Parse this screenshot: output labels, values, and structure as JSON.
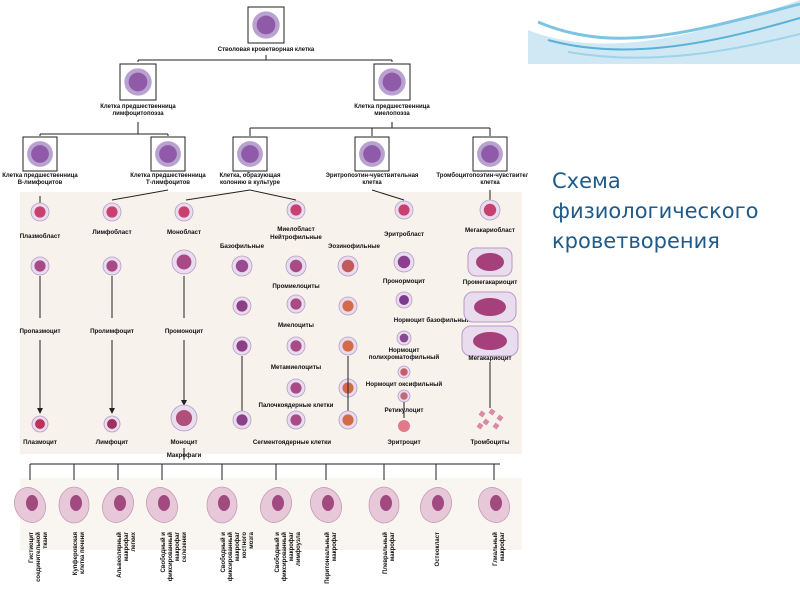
{
  "slide_title": [
    "Схема",
    "физиологического",
    "кроветворения"
  ],
  "colors": {
    "accent": "#1f5a88",
    "line": "#222222",
    "cell": "#8f5aa8",
    "stain": "#c8406e",
    "panel": "#f0e8dc"
  },
  "top_boxes": [
    {
      "label": "Стволовая кроветворная клетка",
      "color": "#8f5aa8"
    },
    {
      "label": "Клетка предшественница лимфоцитопоэза",
      "color": "#8f5aa8"
    },
    {
      "label": "Клетка предшественница миелопоэза",
      "color": "#8f5aa8"
    },
    {
      "label": "Клетка предшественница В-лимфоцитов",
      "color": "#8f5aa8"
    },
    {
      "label": "Клетка предшественница Т-лимфоцитов",
      "color": "#8f5aa8"
    },
    {
      "label": "Клетка, образующая колонию в культуре",
      "color": "#8f5aa8"
    },
    {
      "label": "Эритропоэтин-чувствительная клетка",
      "color": "#8f5aa8"
    },
    {
      "label": "Тромбоцитопоэтин-чувствительная клетка",
      "color": "#8f5aa8"
    }
  ],
  "cell_labels": [
    {
      "text": "Плазмобласт"
    },
    {
      "text": "Лимфобласт"
    },
    {
      "text": "Монобласт"
    },
    {
      "text": "Миелобласт"
    },
    {
      "text": "Нейтрофильные"
    },
    {
      "text": "Базофильные"
    },
    {
      "text": "Эозинофильные"
    },
    {
      "text": "Эритробласт"
    },
    {
      "text": "Мегакариобласт"
    },
    {
      "text": "Промиелоциты"
    },
    {
      "text": "Пронормоцит"
    },
    {
      "text": "Промегакариоцит"
    },
    {
      "text": "Пропазмоцит"
    },
    {
      "text": "Пролимфоцит"
    },
    {
      "text": "Промоноцит"
    },
    {
      "text": "Миелоциты"
    },
    {
      "text": "Нормоцит базофильный"
    },
    {
      "text": "Нормоцит полихроматофильный"
    },
    {
      "text": "Мегакариоцит"
    },
    {
      "text": "Метамиелоциты"
    },
    {
      "text": "Нормоцит оксифильный"
    },
    {
      "text": "Палочкоядерные клетки"
    },
    {
      "text": "Ретикулоцит"
    },
    {
      "text": "Плазмоцит"
    },
    {
      "text": "Лимфоцит"
    },
    {
      "text": "Моноцит"
    },
    {
      "text": "Сегментоядерные клетки"
    },
    {
      "text": "Эритроцит"
    },
    {
      "text": "Тромбоциты"
    },
    {
      "text": "Макрофаги"
    }
  ],
  "macrophages": [
    "Гистиоцит соединительной ткани",
    "Купферовская клетка печени",
    "Альвеолярный макрофаг легких",
    "Свободный и фиксированный макрофаг селезенки",
    "Свободный и фиксированный макрофаг костного мозга",
    "Свободный и фиксированный макрофаг лимфоузла",
    "Перитонеальный макрофаг",
    "Плевральный макрофаг",
    "Остеокласт",
    "Глиальный макрофаг"
  ]
}
